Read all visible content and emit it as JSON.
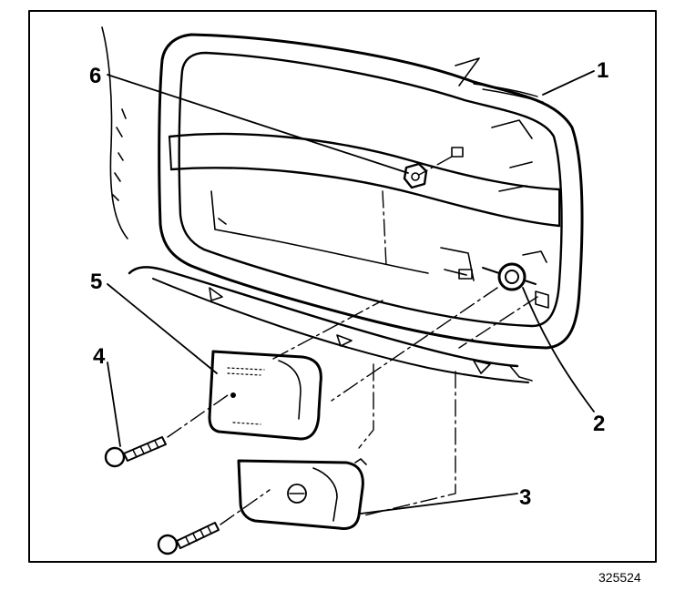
{
  "callouts": {
    "c1": "1",
    "c2": "2",
    "c3": "3",
    "c4": "4",
    "c5": "5",
    "c6": "6"
  },
  "figure_number": "325524",
  "colors": {
    "ink": "#000000",
    "background": "#ffffff"
  }
}
